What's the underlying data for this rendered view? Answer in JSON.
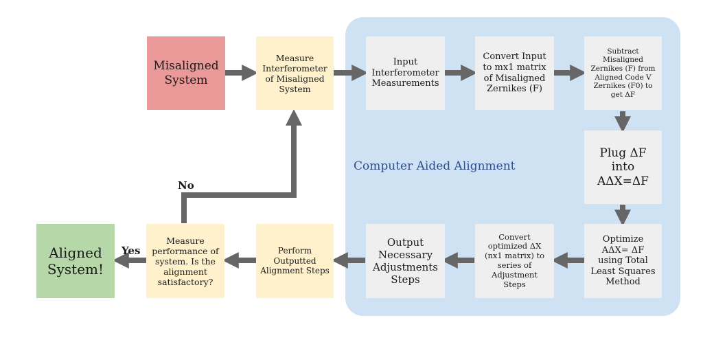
{
  "region": {
    "label": "Computer Aided Alignment"
  },
  "nodes": {
    "misaligned": "Misaligned\nSystem",
    "measure_interf": "Measure\nInterferometer\nof Misaligned\nSystem",
    "input_interf": "Input\nInterferometer\nMeasurements",
    "convert_input": "Convert Input\nto mx1 matrix\nof Misaligned\nZernikes (F)",
    "subtract": "Subtract\nMisaligned\nZernikes (F) from\nAligned Code V\nZernikes (F0) to\nget ΔF",
    "plug": "Plug ΔF\ninto\nAΔX=ΔF",
    "optimize": "Optimize\nAΔX= ΔF\nusing Total\nLeast Squares\nMethod",
    "convert_opt": "Convert\noptimized ΔX\n(nx1 matrix) to\nseries of\nAdjustment\nSteps",
    "output": "Output\nNecessary\nAdjustments\nSteps",
    "perform": "Perform\nOutputted\nAlignment Steps",
    "measure_perf": "Measure\nperformance of\nsystem. Is the\nalignment\nsatisfactory?",
    "aligned": "Aligned\nSystem!"
  },
  "edges": {
    "no": "No",
    "yes": "Yes"
  },
  "colors": {
    "region": "#cfe2f3",
    "gray": "#efefef",
    "yellow": "#fff1cc",
    "red": "#ea9999",
    "green": "#b6d7a8",
    "arrow": "#666666",
    "region_text": "#2e4e8f"
  }
}
